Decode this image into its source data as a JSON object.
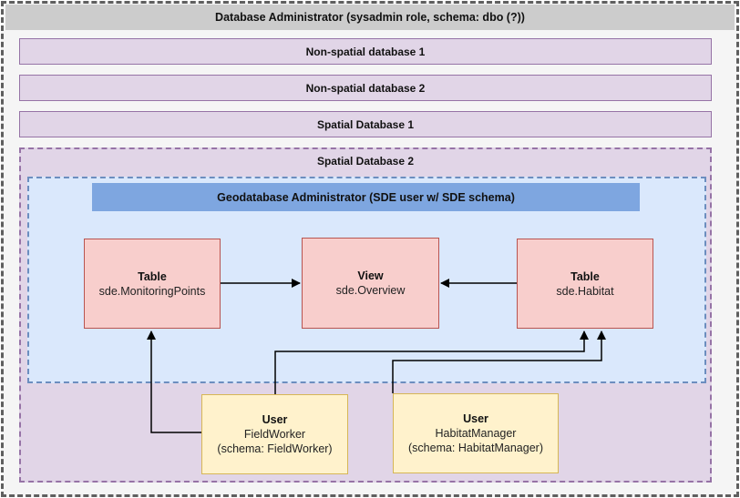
{
  "diagram": {
    "title": "Database Administrator (sysadmin role, schema: dbo (?))",
    "db_bars": [
      {
        "label": "Non-spatial database 1"
      },
      {
        "label": "Non-spatial database 2"
      },
      {
        "label": "Spatial Database 1"
      }
    ],
    "spatial_db2": {
      "title": "Spatial Database 2",
      "gdb_admin_title": "Geodatabase Administrator (SDE user w/ SDE schema)",
      "nodes": {
        "monitoring_points": {
          "kind": "Table",
          "name": "sde.MonitoringPoints"
        },
        "overview": {
          "kind": "View",
          "name": "sde.Overview"
        },
        "habitat": {
          "kind": "Table",
          "name": "sde.Habitat"
        }
      }
    },
    "users": {
      "field_worker": {
        "kind": "User",
        "name": "FieldWorker",
        "schema_note": "(schema: FieldWorker)"
      },
      "habitat_manager": {
        "kind": "User",
        "name": "HabitatManager",
        "schema_note": "(schema: HabitatManager)"
      }
    },
    "edges": [
      {
        "from": "sde.MonitoringPoints",
        "to": "sde.Overview"
      },
      {
        "from": "sde.Habitat",
        "to": "sde.Overview"
      },
      {
        "from": "FieldWorker",
        "to": "sde.MonitoringPoints"
      },
      {
        "from": "FieldWorker",
        "to": "sde.Habitat"
      },
      {
        "from": "HabitatManager",
        "to": "sde.Habitat"
      }
    ],
    "colors": {
      "outer_border": "#5f5f5f",
      "title_bar_fill": "#cccccc",
      "canvas_fill": "#f5f5f5",
      "purple_fill": "#e1d5e7",
      "purple_stroke": "#9673a6",
      "blue_container_fill": "#dae8fc",
      "blue_container_stroke": "#6c8ebf",
      "blue_bar_fill": "#7ea6e0",
      "table_fill": "#f8cecc",
      "table_stroke": "#b85450",
      "user_fill": "#fff2cc",
      "user_stroke": "#d6b656",
      "arrow": "#000000"
    }
  }
}
